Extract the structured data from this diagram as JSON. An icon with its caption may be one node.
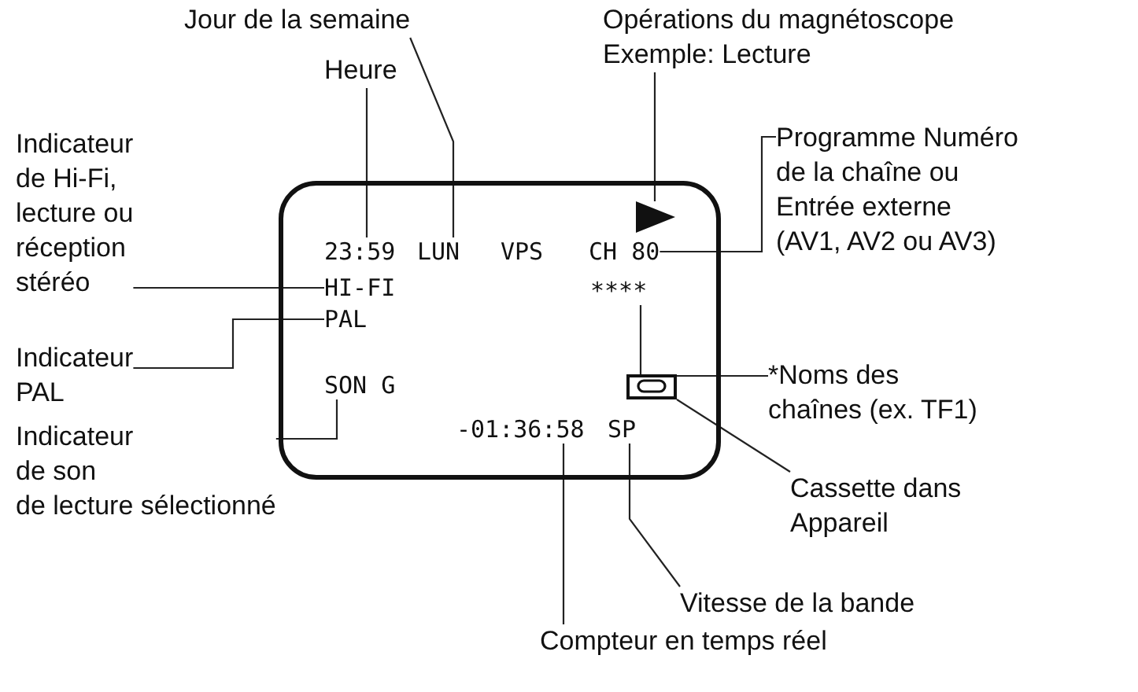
{
  "diagram": {
    "nodes": [
      {
        "text": [],
        "shape": "box"
      },
      {
        "text": [
          "23:59"
        ],
        "in": 0
      },
      {
        "text": [
          "LUN"
        ],
        "in": 0
      },
      {
        "text": [],
        "shape": "triangle",
        "in": 0
      },
      {
        "text": [
          "CH 80"
        ],
        "in": 0
      },
      {
        "text": [
          "HI-FI"
        ],
        "in": 0
      },
      {
        "text": [
          "PAL"
        ],
        "in": 0
      },
      {
        "text": [
          "****"
        ],
        "in": 0
      },
      {
        "text": [
          "SON G"
        ],
        "in": 0
      },
      {
        "text": [],
        "shape": "cassette",
        "in": 0
      },
      {
        "text": [
          "-01:36:58"
        ],
        "in": 0
      },
      {
        "text": [
          "SP"
        ],
        "in": 0
      },
      {
        "text": [
          "Jour de la semaine"
        ]
      },
      {
        "text": [
          "Heure"
        ]
      },
      {
        "text": [
          "Opérations du magnétoscope Exemple: Lecture"
        ]
      },
      {
        "text": [
          "Indicateur de Hi-Fi, lecture ou réception stéréo"
        ]
      },
      {
        "text": [
          "Programme Numéro de la chaîne ou Entrée externe (AV1, AV2 ou AV3)"
        ]
      },
      {
        "text": [
          "Indicateur PAL"
        ]
      },
      {
        "text": [
          "*Noms des chaînes (ex. TF1)"
        ]
      },
      {
        "text": [
          "Indicateur de son de lecture sélectionné"
        ]
      },
      {
        "text": [
          "Cassette dans Appareil"
        ]
      },
      {
        "text": [
          "Vitesse de la bande"
        ]
      },
      {
        "text": [
          "Compteur en temps réel"
        ]
      }
    ],
    "edges": [
      {
        "from": 12,
        "to": 2,
        "arrow": "none"
      },
      {
        "from": 13,
        "to": 1,
        "arrow": "none"
      },
      {
        "from": 14,
        "to": 3,
        "arrow": "none"
      },
      {
        "from": 15,
        "to": 5,
        "arrow": "none"
      },
      {
        "from": 16,
        "to": 4,
        "arrow": "none"
      },
      {
        "from": 17,
        "to": 6,
        "arrow": "none"
      },
      {
        "from": 18,
        "to": 7,
        "arrow": "none"
      },
      {
        "from": 19,
        "to": 8,
        "arrow": "none"
      },
      {
        "from": 20,
        "to": 9,
        "arrow": "none"
      },
      {
        "from": 21,
        "to": 11,
        "arrow": "none"
      },
      {
        "from": 22,
        "to": 10,
        "arrow": "none"
      }
    ],
    "labels": [
      "VPS"
    ]
  }
}
